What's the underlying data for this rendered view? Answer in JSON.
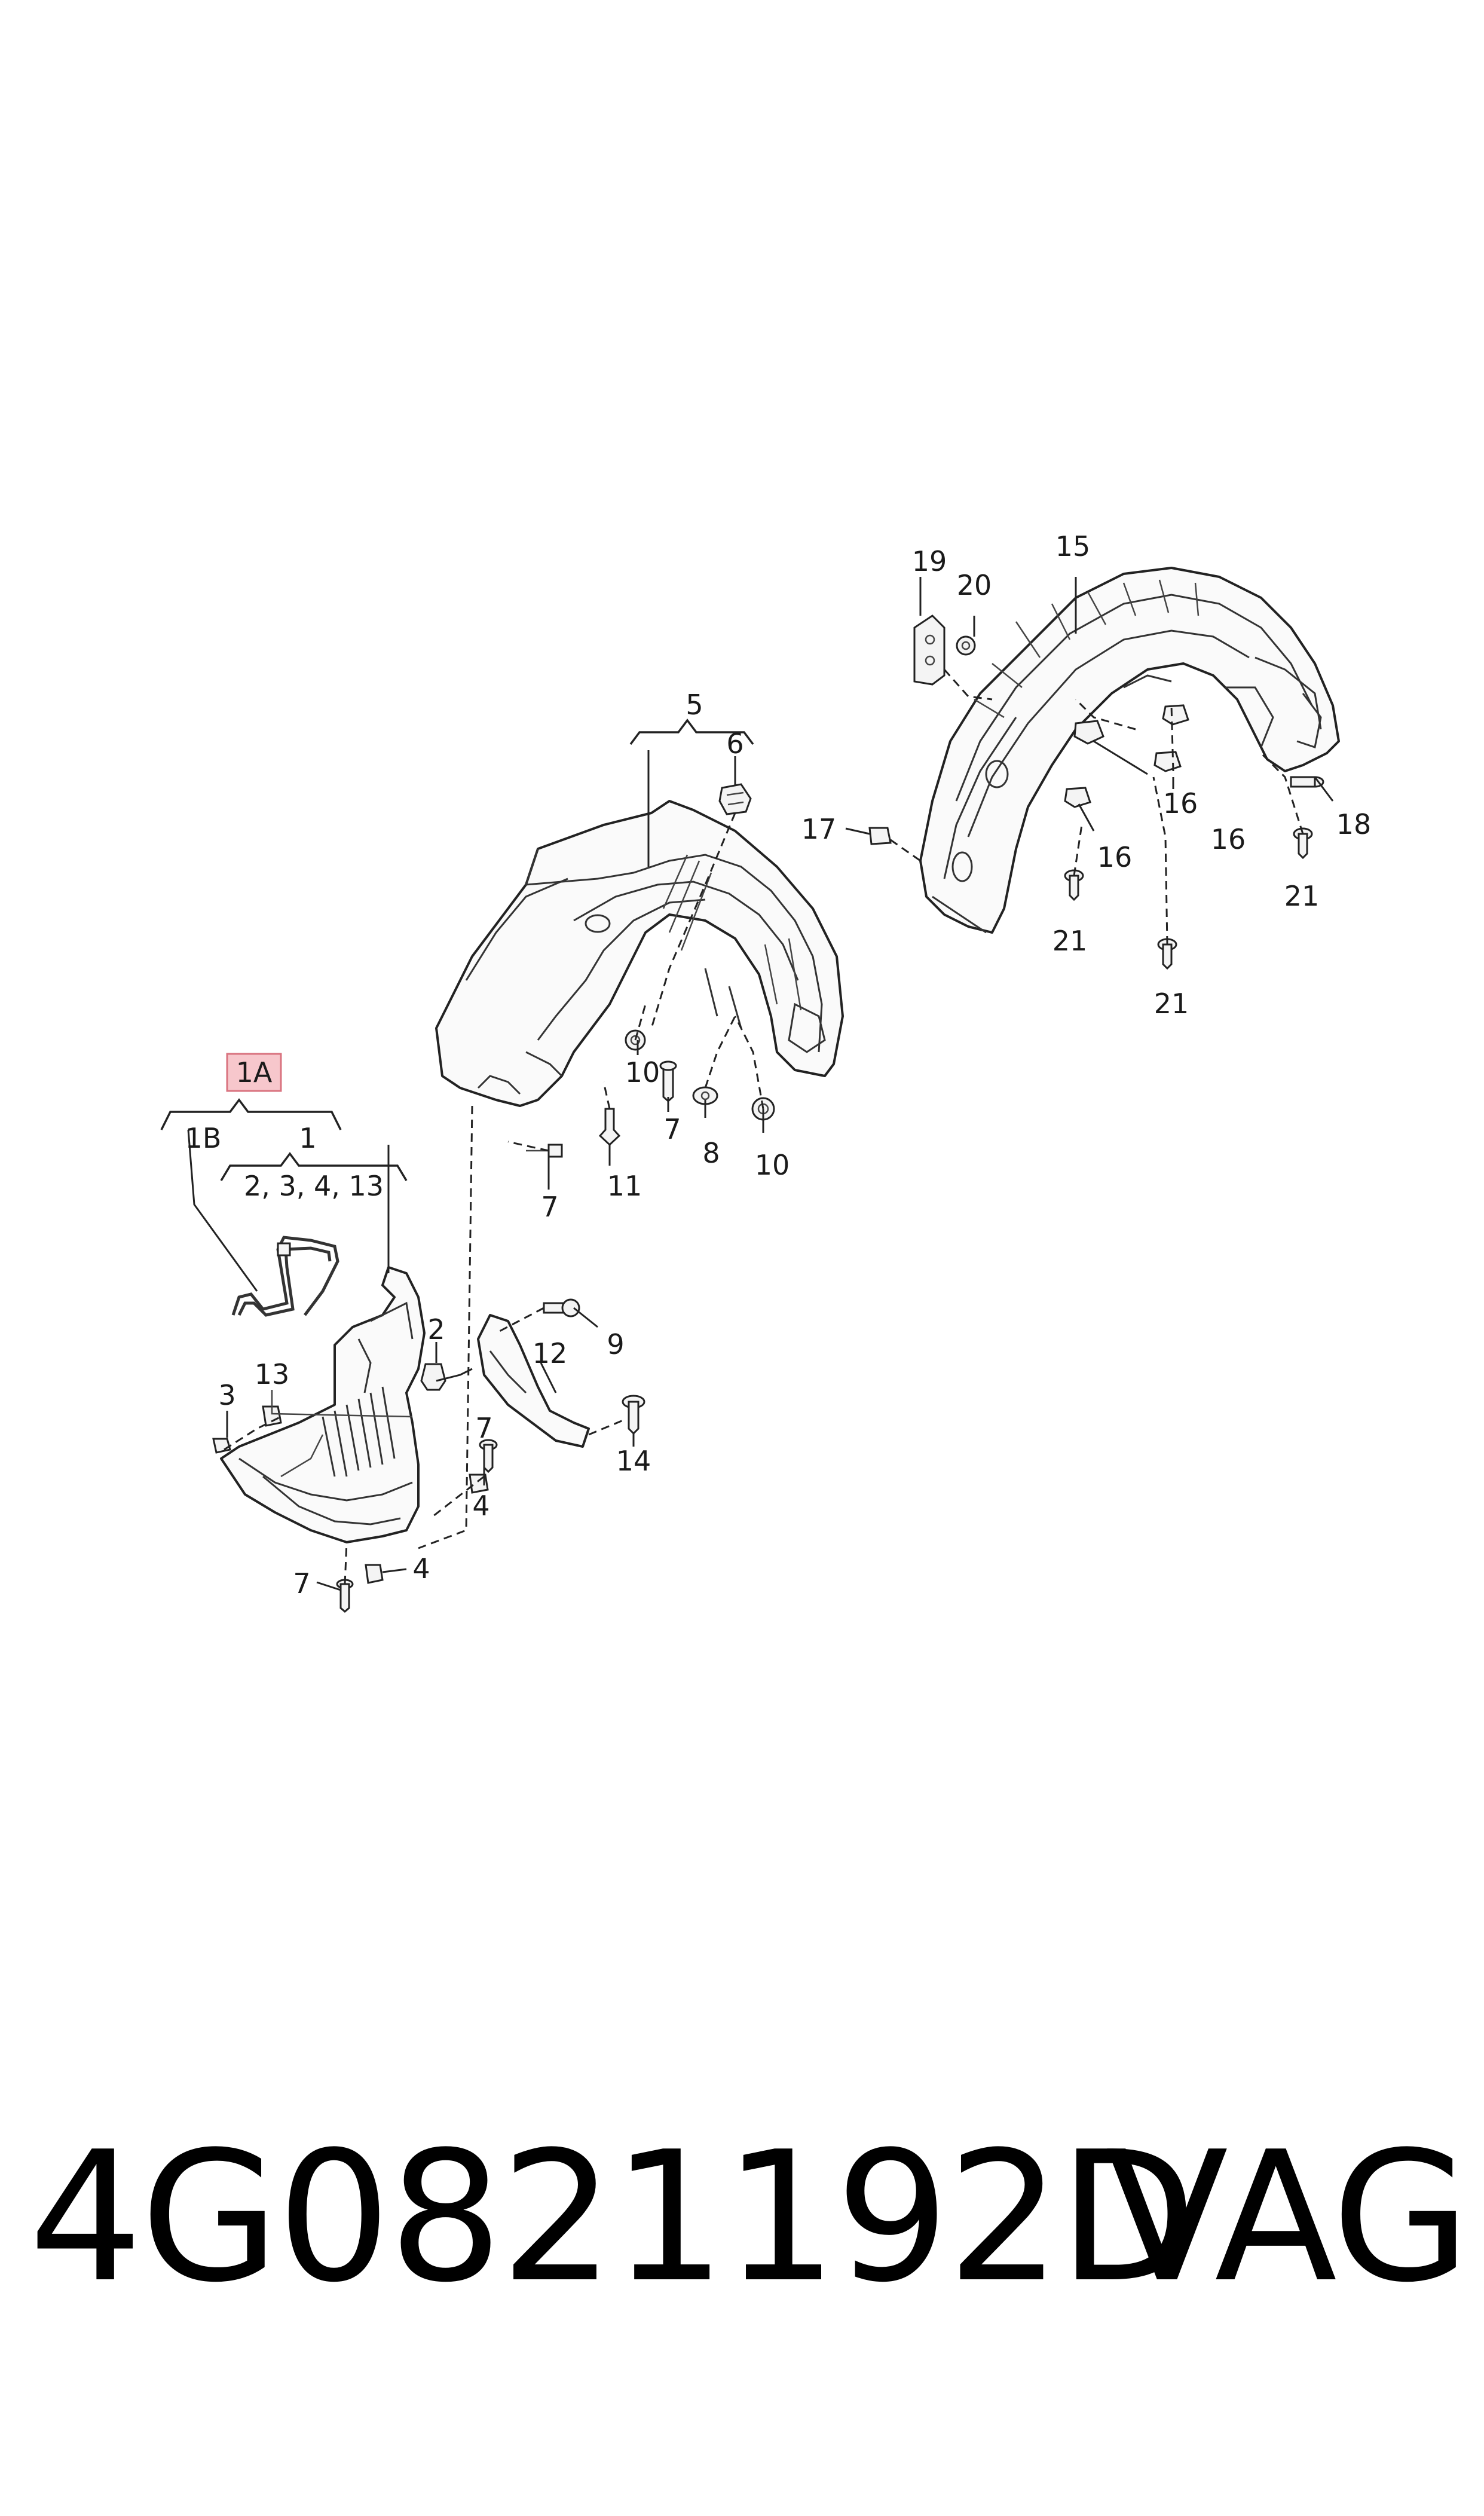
{
  "diagram": {
    "callouts": {
      "c1A": "1A",
      "c1B": "1B",
      "c1": "1",
      "c1_group": "2, 3, 4, 13",
      "c2": "2",
      "c3": "3",
      "c4a": "4",
      "c4b": "4",
      "c5": "5",
      "c6": "6",
      "c7a": "7",
      "c7b": "7",
      "c7c": "7",
      "c7d": "7",
      "c8": "8",
      "c9": "9",
      "c10a": "10",
      "c10b": "10",
      "c11": "11",
      "c12": "12",
      "c13": "13",
      "c14": "14",
      "c15": "15",
      "c16a": "16",
      "c16b": "16",
      "c16c": "16",
      "c17": "17",
      "c18": "18",
      "c19": "19",
      "c20": "20",
      "c21a": "21",
      "c21b": "21",
      "c21c": "21"
    },
    "highlight_color": "#f7c7cc",
    "highlight_border": "#d9737f"
  },
  "footer": {
    "part_number": "4G0821192D",
    "brand": "VAG"
  }
}
